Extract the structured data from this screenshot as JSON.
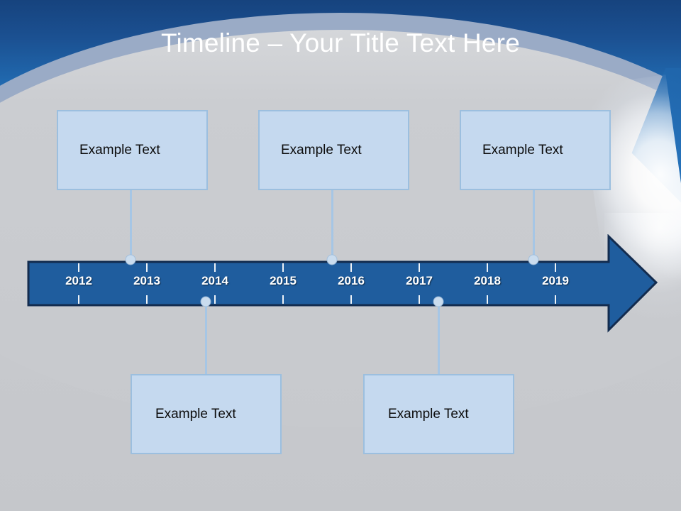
{
  "slide": {
    "title": "Timeline – Your Title Text Here",
    "background": {
      "sky_top_color": "#16437e",
      "sky_bottom_color": "#2a76bd",
      "arc_band_color": "#9aabc6",
      "body_color": "#c9cbcf"
    }
  },
  "timeline": {
    "arrow_fill": "#1f5d9e",
    "arrow_outline": "#132c4f",
    "years": [
      "2012",
      "2013",
      "2014",
      "2015",
      "2016",
      "2017",
      "2018",
      "2019"
    ],
    "tick_color": "#ffffff",
    "connector_color": "#a6c6e5",
    "milestone_dot_color": "#cadcee"
  },
  "callouts": {
    "box_fill": "#c5d9ef",
    "box_border": "#9cbfdf",
    "above": [
      {
        "label": "Example Text",
        "year": "2013"
      },
      {
        "label": "Example Text",
        "year": "2016"
      },
      {
        "label": "Example Text",
        "year": "2019"
      }
    ],
    "below": [
      {
        "label": "Example Text",
        "year": "2014"
      },
      {
        "label": "Example Text",
        "year": "2017"
      }
    ]
  }
}
